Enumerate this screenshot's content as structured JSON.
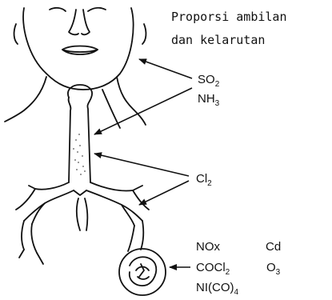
{
  "title": {
    "line1": "Proporsi ambilan",
    "line2": "dan kelarutan"
  },
  "labels": {
    "so2": {
      "base": "SO",
      "sub": "2"
    },
    "nh3": {
      "base": "NH",
      "sub": "3"
    },
    "cl2": {
      "base": "Cl",
      "sub": "2"
    },
    "nox": {
      "base": "NOx"
    },
    "cd": {
      "base": "Cd"
    },
    "cocl2": {
      "base": "COCl",
      "sub": "2"
    },
    "o3": {
      "base": "O",
      "sub": "3"
    },
    "nico4": {
      "base": "NI(CO)",
      "sub": "4"
    }
  },
  "colors": {
    "ink": "#111111",
    "background": "#ffffff"
  },
  "icons": [
    "arrow-icon",
    "alveolus-icon"
  ]
}
